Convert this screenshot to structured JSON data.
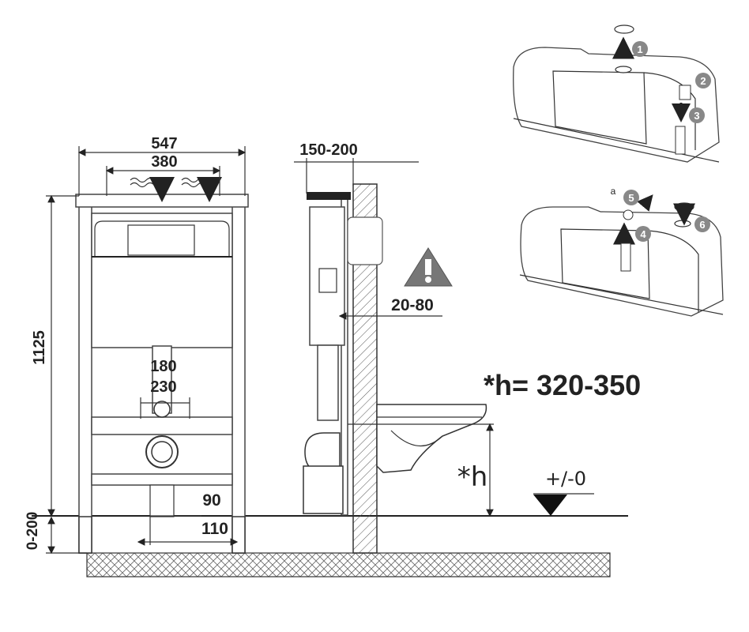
{
  "front_view": {
    "width_outer": "547",
    "width_inner": "380",
    "height": "1125",
    "pipe_min": "180",
    "pipe_max": "230",
    "drain_offset": "90",
    "drain_width": "110",
    "foot_range": "0-200"
  },
  "side_view": {
    "depth_range": "150-200",
    "wall_gap": "20-80",
    "bowl_height_symbol": "*h",
    "floor_level": "+/-0"
  },
  "note": {
    "bowl_height": "*h= 320-350"
  },
  "steps": {
    "labels": [
      "1",
      "2",
      "3",
      "4",
      "5",
      "6"
    ],
    "sub_label": "a"
  },
  "icons": {
    "warning": "warning-triangle-icon",
    "floor_marker": "floor-level-triangle-icon"
  },
  "colors": {
    "line": "#333333",
    "step_circle": "#888888",
    "warning": "#777777"
  }
}
